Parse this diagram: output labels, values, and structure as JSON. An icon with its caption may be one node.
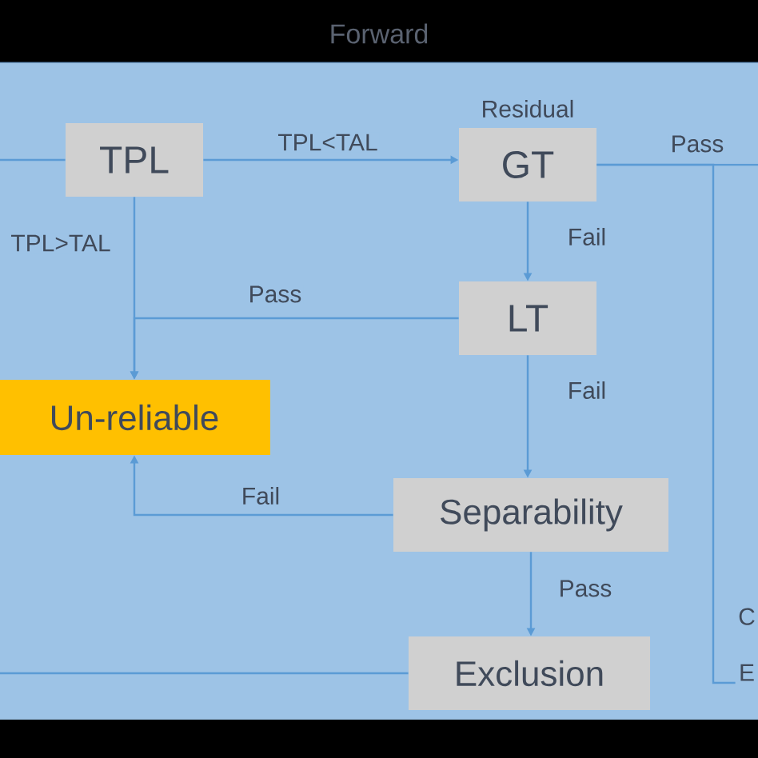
{
  "diagram": {
    "title": "Forward",
    "nodes": [
      {
        "text": [
          "TPL"
        ]
      },
      {
        "text": [
          "GT"
        ],
        "beside": [
          "Residual"
        ]
      },
      {
        "text": [
          "LT"
        ]
      },
      {
        "text": [
          "Un-reliable"
        ]
      },
      {
        "text": [
          "Separability"
        ]
      },
      {
        "text": [
          "Exclusion"
        ]
      },
      {
        "text": [
          "C",
          "E"
        ]
      }
    ],
    "edges": [
      {
        "from": null,
        "to": 0,
        "arrow": "none"
      },
      {
        "from": 0,
        "to": 1,
        "arrow": "to",
        "label": "TPL<TAL"
      },
      {
        "from": 0,
        "to": 3,
        "arrow": "to",
        "label": "TPL>TAL"
      },
      {
        "from": 1,
        "to": 2,
        "arrow": "to",
        "label": "Fail"
      },
      {
        "from": 2,
        "to": 3,
        "arrow": "to",
        "label": "Pass"
      },
      {
        "from": 2,
        "to": 4,
        "arrow": "to",
        "label": "Fail"
      },
      {
        "from": 4,
        "to": 3,
        "arrow": "to",
        "label": "Fail"
      },
      {
        "from": 4,
        "to": 5,
        "arrow": "to",
        "label": "Pass"
      },
      {
        "from": 1,
        "to": null,
        "arrow": "none",
        "label": "Pass"
      },
      {
        "from": 1,
        "to": 6,
        "arrow": "none"
      },
      {
        "from": 5,
        "to": null,
        "arrow": "none"
      }
    ]
  }
}
